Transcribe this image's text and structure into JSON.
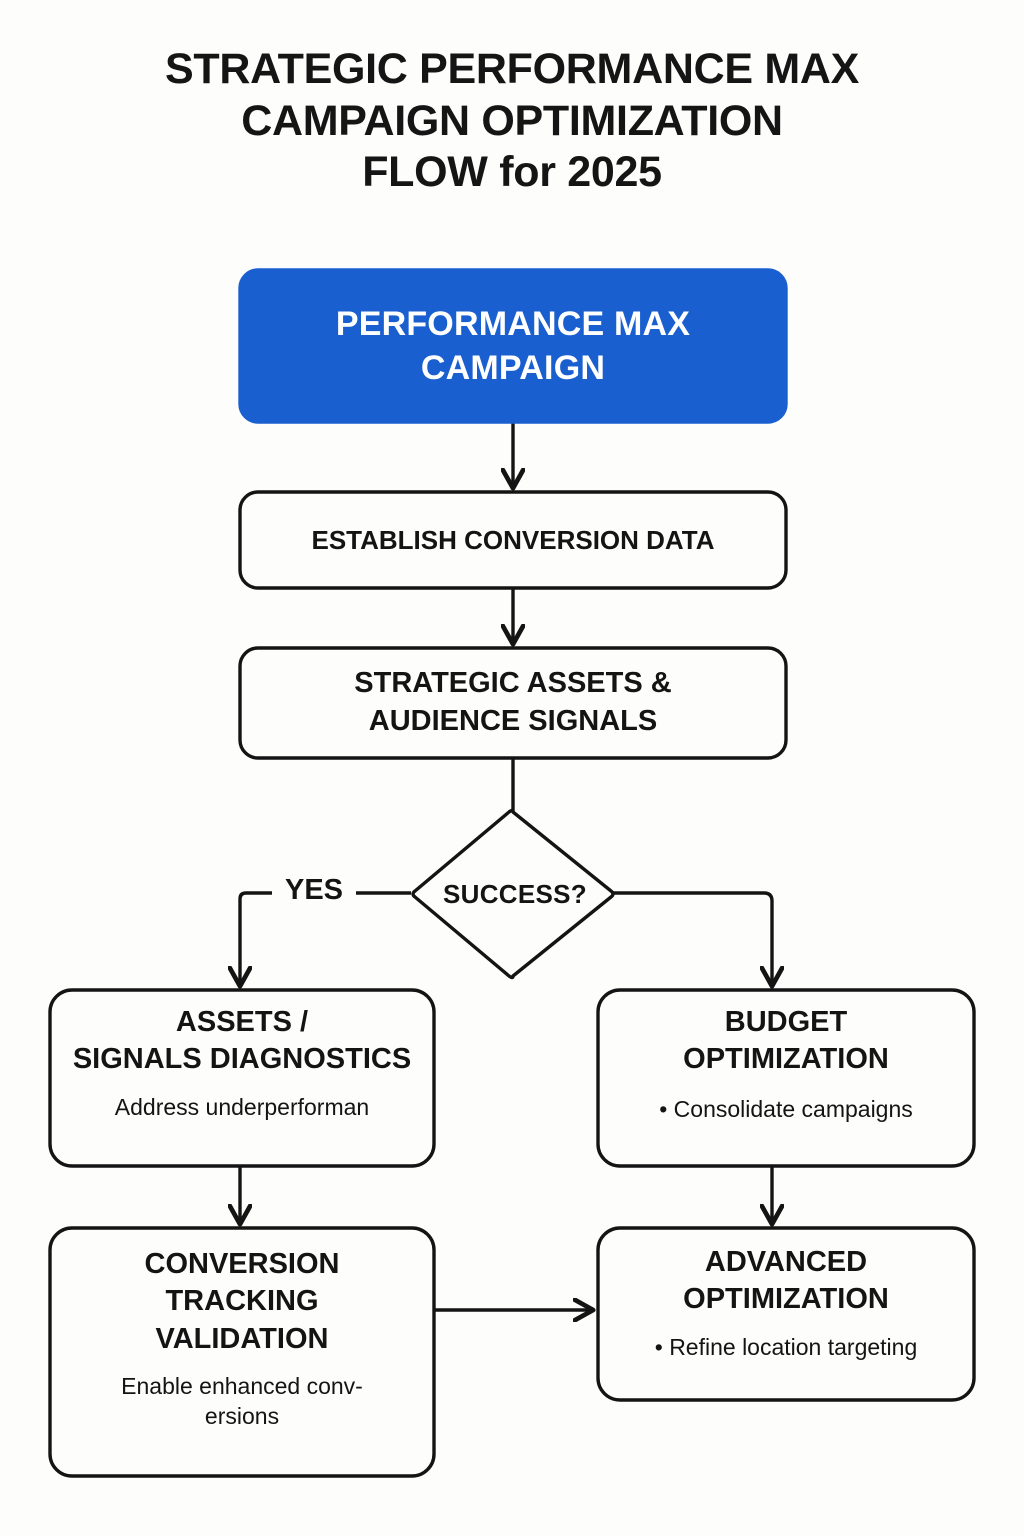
{
  "title": {
    "line1": "STRATEGIC PERFORMANCE MAX",
    "line2": "CAMPAIGN OPTIMIZATION",
    "line3": "FLOW for 2025"
  },
  "colors": {
    "accent": "#1A5FD0",
    "stroke": "#141414",
    "node_fill": "#FDFDFC",
    "background": "#FDFDFC",
    "start_text": "#FFFFFF"
  },
  "nodes": {
    "start": {
      "id": "performance-max-campaign",
      "shape": "rounded-rect",
      "fill": "#1A5FD0",
      "heading_line1": "PERFORMANCE MAX",
      "heading_line2": "CAMPAIGN"
    },
    "step1": {
      "id": "establish-conversion-data",
      "shape": "rounded-rect",
      "heading_line1": "ESTABLISH CONVERSION DATA"
    },
    "step2": {
      "id": "strategic-assets-audience-signals",
      "shape": "rounded-rect",
      "heading_line1": "STRATEGIC ASSETS &",
      "heading_line2": "AUDIENCE SIGNALS"
    },
    "decision": {
      "id": "success-decision",
      "shape": "diamond",
      "label": "SUCCESS?",
      "branch_yes": "YES"
    },
    "left1": {
      "id": "assets-signals-diagnostics",
      "shape": "rounded-rect",
      "heading_line1": "ASSETS /",
      "heading_line2": "SIGNALS DIAGNOSTICS",
      "body": "Address underperforman"
    },
    "right1": {
      "id": "budget-optimization",
      "shape": "rounded-rect",
      "heading_line1": "BUDGET",
      "heading_line2": "OPTIMIZATION",
      "body": "• Consolidate campaigns"
    },
    "left2": {
      "id": "conversion-tracking-validation",
      "shape": "rounded-rect",
      "heading_line1": "CONVERSION",
      "heading_line2": "TRACKING",
      "heading_line3": "VALIDATION",
      "body_line1": "Enable enhanced conv-",
      "body_line2": "ersions"
    },
    "right2": {
      "id": "advanced-optimization",
      "shape": "rounded-rect",
      "heading_line1": "ADVANCED",
      "heading_line2": "OPTIMIZATION",
      "body": "• Refine location targeting"
    }
  },
  "edges": [
    {
      "from": "start",
      "to": "step1",
      "label": ""
    },
    {
      "from": "step1",
      "to": "step2",
      "label": ""
    },
    {
      "from": "step2",
      "to": "decision",
      "label": ""
    },
    {
      "from": "decision",
      "to": "left1",
      "label": "YES"
    },
    {
      "from": "decision",
      "to": "right1",
      "label": ""
    },
    {
      "from": "left1",
      "to": "left2",
      "label": ""
    },
    {
      "from": "right1",
      "to": "right2",
      "label": ""
    },
    {
      "from": "left2",
      "to": "right2",
      "label": ""
    }
  ]
}
